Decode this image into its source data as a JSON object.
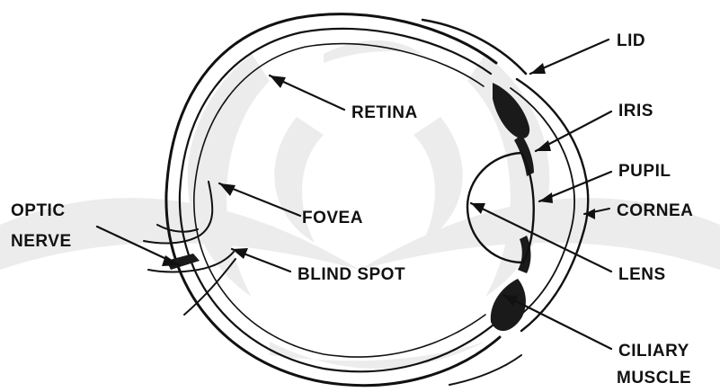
{
  "diagram": {
    "labels": {
      "lid": "LID",
      "retina": "RETINA",
      "iris": "IRIS",
      "pupil": "PUPIL",
      "optic_line1": "OPTIC",
      "optic_line2": "NERVE",
      "fovea": "FOVEA",
      "cornea": "CORNEA",
      "blind_spot": "BLIND SPOT",
      "lens": "LENS",
      "ciliary_line1": "CILIARY",
      "ciliary_line2": "MUSCLE"
    }
  },
  "colors": {
    "ink": "#111111",
    "background": "#ffffff",
    "watermark": "#ececec"
  }
}
